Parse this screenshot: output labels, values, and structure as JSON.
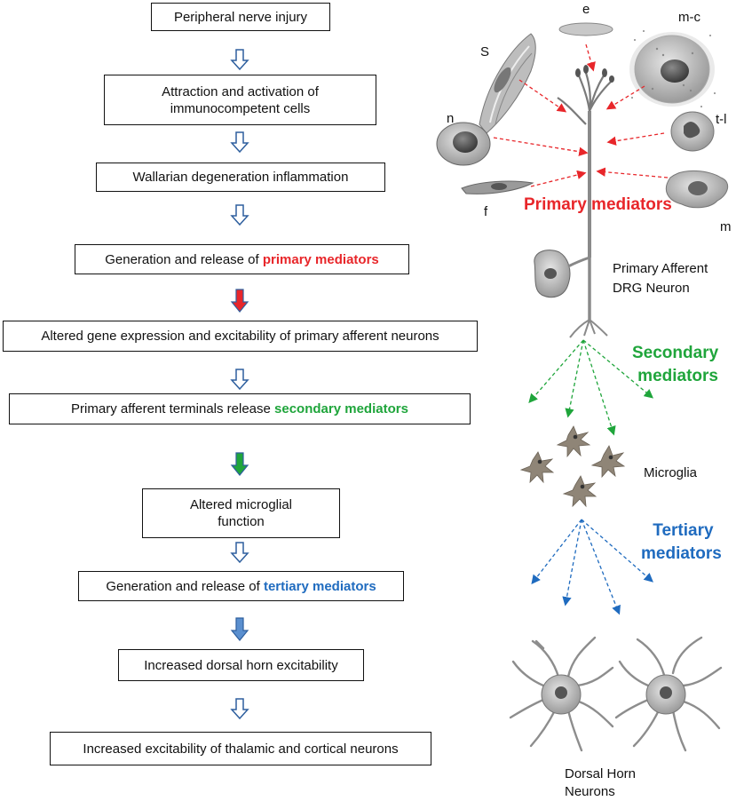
{
  "flow": {
    "box1": "Peripheral nerve injury",
    "box2_line1": "Attraction and activation of",
    "box2_line2": "immunocompetent cells",
    "box3": "Wallarian degeneration inflammation",
    "box4_prefix": "Generation and release of ",
    "box4_highlight": "primary mediators",
    "box5": "Altered gene expression and excitability of primary afferent neurons",
    "box6_prefix": "Primary afferent terminals release ",
    "box6_highlight": "secondary mediators",
    "box7_line1": "Altered microglial",
    "box7_line2": "function",
    "box8_prefix": "Generation and release of ",
    "box8_highlight": "tertiary mediators",
    "box9": "Increased dorsal horn excitability",
    "box10": "Increased excitability of thalamic and cortical neurons"
  },
  "cells": {
    "s": "S",
    "e": "e",
    "mc": "m-c",
    "n": "n",
    "tl": "t-l",
    "f": "f",
    "m": "m"
  },
  "labels": {
    "primary_mediators": "Primary mediators",
    "drg_line1": "Primary Afferent",
    "drg_line2": "DRG Neuron",
    "secondary_line1": "Secondary",
    "secondary_line2": "mediators",
    "microglia": "Microglia",
    "tertiary_line1": "Tertiary",
    "tertiary_line2": "mediators",
    "dorsal_line1": "Dorsal Horn",
    "dorsal_line2": "Neurons"
  },
  "colors": {
    "primary": "#e8262a",
    "secondary": "#1fa53b",
    "tertiary": "#1f6bbf",
    "outline_arrow": "#2e5f9e"
  }
}
